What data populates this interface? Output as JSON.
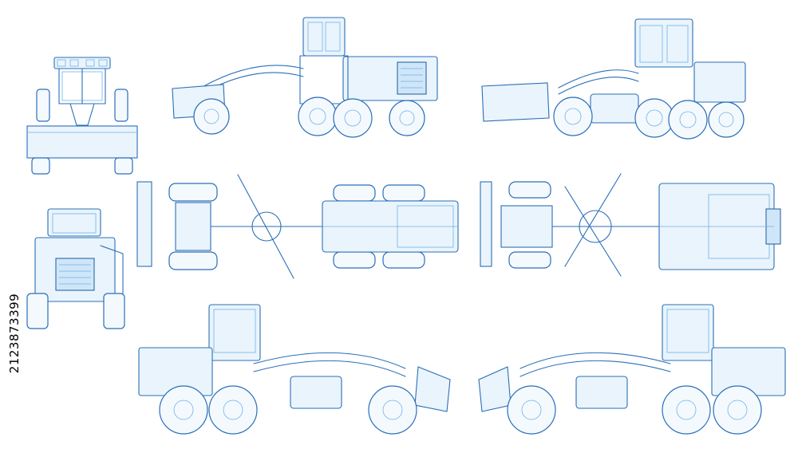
{
  "stock_id": "2123873399",
  "views": [
    {
      "name": "front-view",
      "kind": "front"
    },
    {
      "name": "three-quarter-left-view",
      "kind": "perspective"
    },
    {
      "name": "three-quarter-right-view",
      "kind": "perspective"
    },
    {
      "name": "rear-view",
      "kind": "rear"
    },
    {
      "name": "top-view-left",
      "kind": "top"
    },
    {
      "name": "top-view-right",
      "kind": "top"
    },
    {
      "name": "side-view-left",
      "kind": "side"
    },
    {
      "name": "side-view-right",
      "kind": "side"
    }
  ],
  "colors": {
    "line": "#2a6fb8",
    "light_line": "#6fb2e6",
    "fill": "#eaf4fc",
    "background": "#ffffff"
  },
  "icons": [
    "motor-grader-drawing"
  ]
}
